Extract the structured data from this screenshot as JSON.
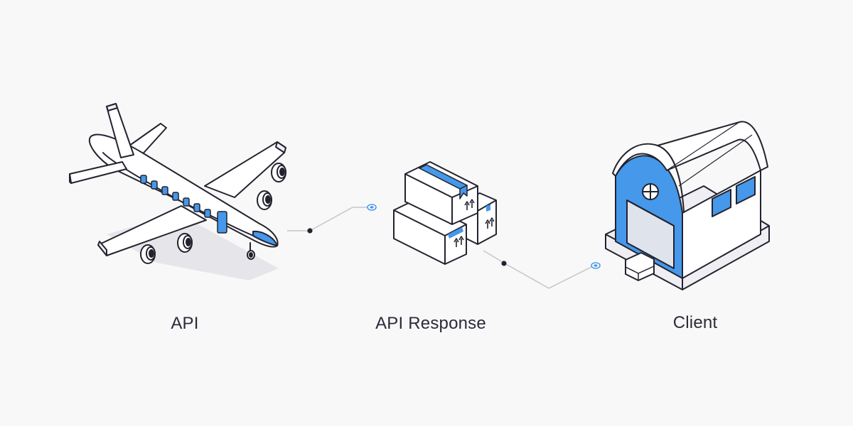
{
  "nodes": [
    {
      "id": "api",
      "label": "API",
      "icon": "airplane-icon"
    },
    {
      "id": "response",
      "label": "API Response",
      "icon": "package-boxes-icon"
    },
    {
      "id": "client",
      "label": "Client",
      "icon": "warehouse-icon"
    }
  ],
  "colors": {
    "background": "#f8f8f9",
    "accent": "#4598ea",
    "outline": "#23232f",
    "connector": "#c4c6cd",
    "shadow": "#e6e6ea",
    "fill": "#ffffff",
    "fill_shade": "#efeff3"
  }
}
